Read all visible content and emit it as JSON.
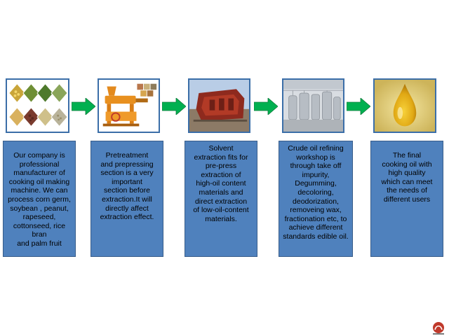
{
  "colors": {
    "box_fill": "#4f81bd",
    "box_border": "#385d8a",
    "arrow_fill": "#00b050",
    "photo_border": "#3b6ea8"
  },
  "steps": [
    {
      "image_icon": "oilseeds-collage-icon",
      "text": "Our company is\nprofessional\nmanufacturer of\ncooking oil making\nmachine. We can\nprocess corn germ,\nsoybean , peanut,\nrapeseed,\ncottonseed, rice bran\nand palm fruit"
    },
    {
      "image_icon": "screw-oil-press-machine-icon",
      "text": "Pretreatment\nand prepressing\nsection is a very\nimportant\nsection before\nextraction.It will\ndirectly affect\nextraction effect."
    },
    {
      "image_icon": "solvent-extractor-icon",
      "text": "Solvent\nextraction fits for\npre-press\nextraction of\nhigh-oil content\nmaterials and\ndirect extraction\nof low-oil-content\nmaterials."
    },
    {
      "image_icon": "refinery-tanks-icon",
      "text": "Crude oil refining\nworkshop is\nthrough take off\nimpurity,\nDegumming,\ndecoloring,\ndeodorization,\nremoveing wax,\nfractionation etc, to\nachieve different\nstandards edible oil."
    },
    {
      "image_icon": "oil-drop-icon",
      "text": "The final\ncooking oil with\nhigh quality\nwhich can  meet\nthe needs of\ndifferent users"
    }
  ],
  "arrows": [
    {
      "icon": "right-arrow-icon"
    },
    {
      "icon": "right-arrow-icon"
    },
    {
      "icon": "right-arrow-icon"
    },
    {
      "icon": "right-arrow-icon"
    }
  ],
  "watermark_icon": "brand-logo-icon"
}
